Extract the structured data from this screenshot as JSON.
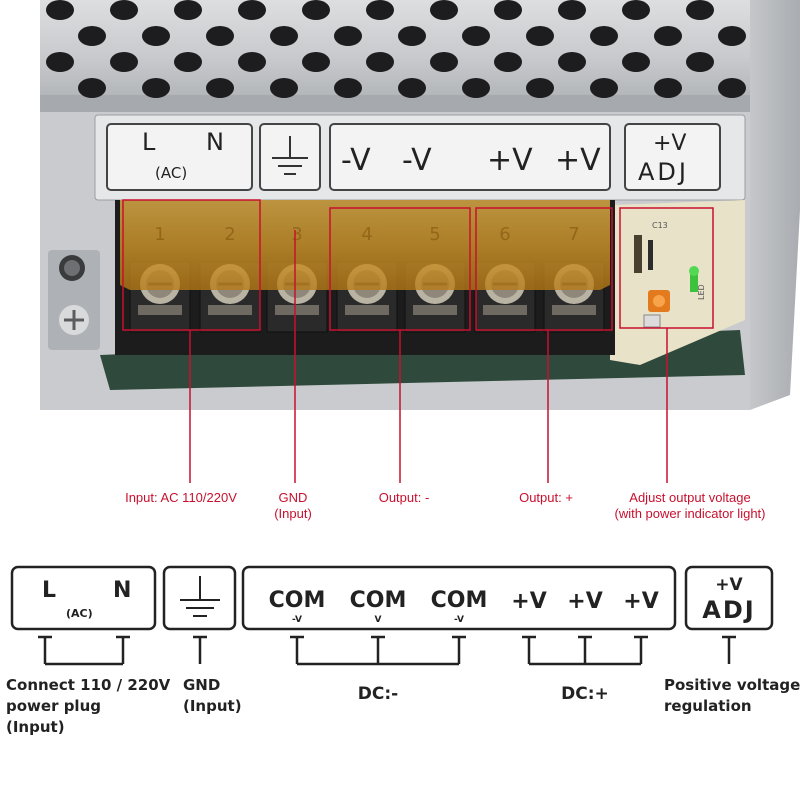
{
  "photo": {
    "label_strip": {
      "l": "L",
      "n": "N",
      "ac": "(AC)",
      "minus_v_1": "-V",
      "minus_v_2": "-V",
      "plus_v_1": "+V",
      "plus_v_2": "+V",
      "adj_top": "+V",
      "adj_bottom": "ADJ"
    },
    "terminal_numbers": [
      "1",
      "2",
      "3",
      "4",
      "5",
      "6",
      "7"
    ],
    "pcb_marks": {
      "led": "LED",
      "ref": "C13"
    },
    "callouts": {
      "input_ac": "Input: AC 110/220V",
      "gnd_line1": "GND",
      "gnd_line2": "(Input)",
      "output_minus": "Output: -",
      "output_plus": "Output: +",
      "adjust_line1": "Adjust output voltage",
      "adjust_line2": "(with power indicator light)"
    },
    "colors": {
      "callout_red": "#c8102e",
      "amber_cover": "#d9a232",
      "chassis": "#cfd1d3",
      "pcb": "#e8e2c8",
      "led_green": "#3cc23c"
    }
  },
  "schematic": {
    "ac_box": {
      "l": "L",
      "n": "N",
      "ac": "(AC)"
    },
    "com_main": [
      "COM",
      "COM",
      "COM"
    ],
    "com_sub": [
      "-V",
      "V",
      "-V"
    ],
    "plus_v": [
      "+V",
      "+V",
      "+V"
    ],
    "adj_top": "+V",
    "adj_bottom": "ADJ",
    "labels": {
      "connect_line1": "Connect 110 / 220V",
      "connect_line2": "power plug",
      "connect_line3": "(Input)",
      "gnd_line1": "GND",
      "gnd_line2": "(Input)",
      "dc_minus": "DC:-",
      "dc_plus": "DC:+",
      "pos_line1": "Positive voltage",
      "pos_line2": "regulation"
    }
  }
}
